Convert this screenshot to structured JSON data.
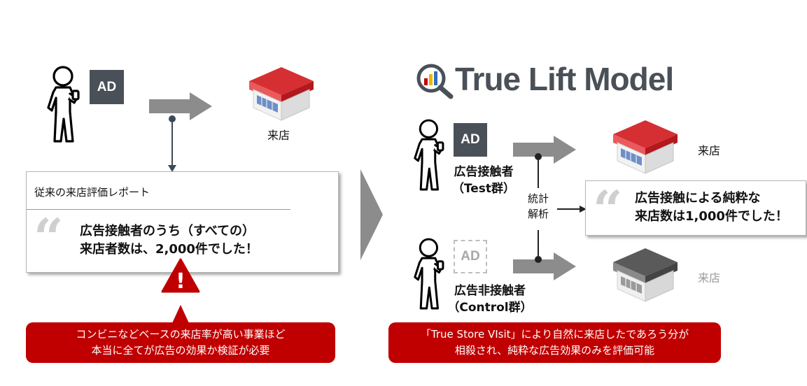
{
  "left": {
    "ad_label": "AD",
    "store_label": "来店",
    "report_title": "従来の来店評価レポート",
    "report_line1": "広告接触者のうち（すべての）",
    "report_line2": "来店者数は、2,000件でした！",
    "warning_symbol": "!",
    "callout_line1": "コンビニなどベースの来店率が高い事業ほど",
    "callout_line2": "本当に全てが広告の効果か検証が必要"
  },
  "right": {
    "title": "True Lift Model",
    "test_ad_label": "AD",
    "test_line1": "広告接触者",
    "test_line2": "（Test群）",
    "control_ad_label": "AD",
    "control_line1": "広告非接触者",
    "control_line2": "（Control群）",
    "analysis_line1": "統計",
    "analysis_line2": "解析",
    "store_label_top": "来店",
    "store_label_bottom": "来店",
    "result_line1": "広告接触による純粋な",
    "result_line2": "来店数は1,000件でした！",
    "callout_line1": "「True Store VIsit」により自然に来店したであろう分が",
    "callout_line2": "相殺され、純粋な広告効果のみを評価可能"
  },
  "icons": [
    "person-icon",
    "store-icon",
    "gray-store-icon",
    "arrow-icon",
    "warning-icon",
    "quote-icon",
    "magnifier-chart-icon",
    "chevron-right-icon"
  ],
  "colors": {
    "accent_red": "#c00000",
    "ad_box": "#4a5057",
    "arrow_gray": "#8c8c8c",
    "dark_line": "#3d4a55"
  }
}
